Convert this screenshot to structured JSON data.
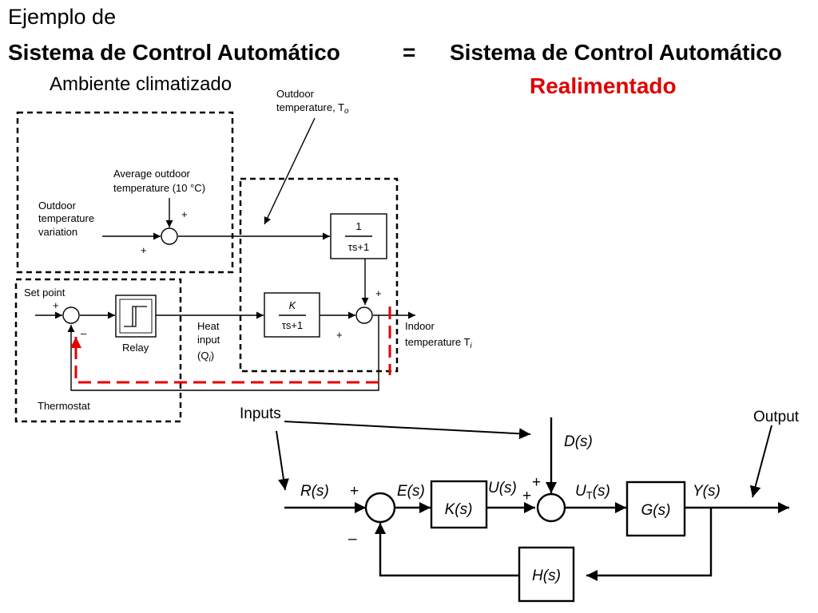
{
  "header": {
    "line1": "Ejemplo de",
    "line2": "Sistema de Control Automático",
    "equals": "=",
    "right_line1": "Sistema de Control Automático",
    "right_line2": "Realimentado",
    "subtitle": "Ambiente climatizado"
  },
  "colors": {
    "highlight": "#e00000",
    "line": "#000000",
    "background": "#ffffff"
  },
  "top_diagram": {
    "outdoor_label_line1": "Outdoor",
    "outdoor_label_line2": "temperature, T",
    "outdoor_label_sub": "o",
    "avg_line1": "Average outdoor",
    "avg_line2": "temperature (10 °C)",
    "variation_line1": "Outdoor",
    "variation_line2": "temperature",
    "variation_line3": "variation",
    "plus": "+",
    "tf1_num": "1",
    "tf1_den": "τs+1",
    "tf2_num": "K",
    "tf2_den": "τs+1",
    "setpoint": "Set point",
    "relay": "Relay",
    "heat_line1": "Heat",
    "heat_line2": "input",
    "heat_line3": "(Q",
    "heat_sub": "i",
    "heat_close": ")",
    "indoor_line1": "Indoor",
    "indoor_line2": "temperature T",
    "indoor_sub": "i",
    "thermostat": "Thermostat",
    "minus": "–"
  },
  "bottom_diagram": {
    "inputs": "Inputs",
    "output": "Output",
    "disturbance": "D(s)",
    "reference": "R(s)",
    "error": "E(s)",
    "controller": "K(s)",
    "control": "U(s)",
    "total_control": "U",
    "total_sub": "T",
    "total_close": "(s)",
    "plant": "G(s)",
    "output_signal": "Y(s)",
    "feedback": "H(s)",
    "plus": "+",
    "minus": "–"
  }
}
